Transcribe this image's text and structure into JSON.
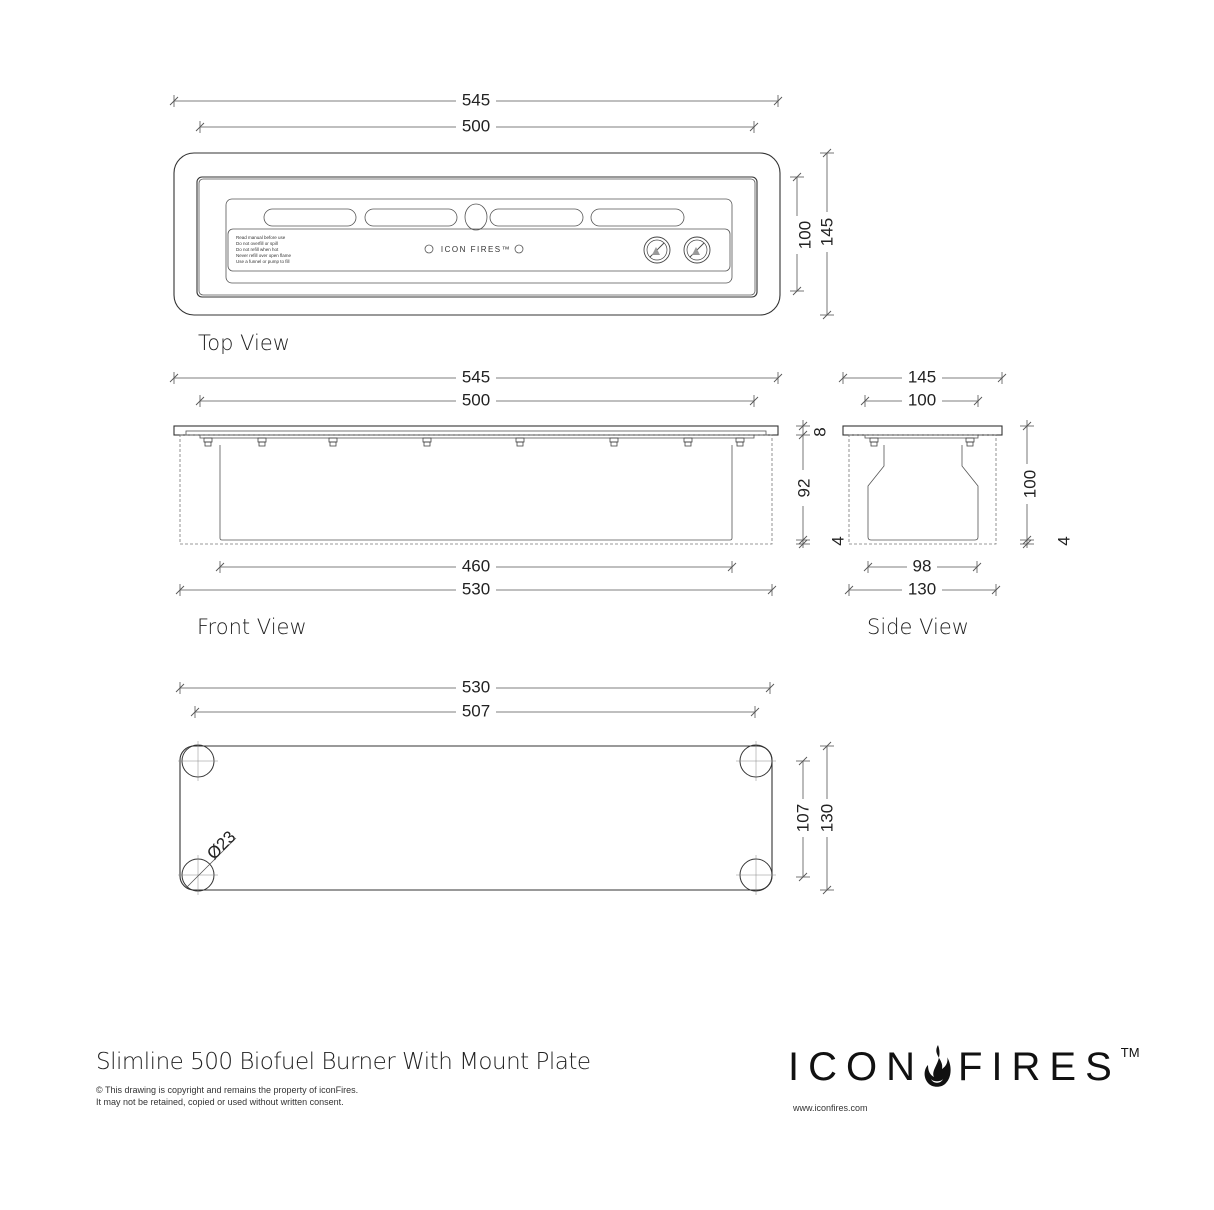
{
  "title": "Slimline 500 Biofuel Burner With Mount Plate",
  "copyright": [
    "© This drawing is copyright and remains the property of  iconFires.",
    "It may not be retained, copied or used without written consent."
  ],
  "brand": {
    "left": "ICON",
    "right": "FIRES",
    "tm": "TM",
    "url": "www.iconfires.com"
  },
  "top_view": {
    "label": "Top View",
    "dims": {
      "overall_width": "545",
      "inner_width": "500",
      "inner_depth": "100",
      "overall_depth": "145"
    },
    "plate_logo": "ICON FIRES™",
    "warnings": [
      "Read manual before use",
      "Do not overfill or spill",
      "Do not refill when hot",
      "Never refill over open flame",
      "Use a funnel or pump to fill"
    ]
  },
  "front_view": {
    "label": "Front View",
    "dims": {
      "overall_width": "545",
      "inner_width": "500",
      "box_width": "460",
      "base_width": "530",
      "plate_thickness": "8",
      "box_height": "92",
      "base_gap": "4"
    }
  },
  "side_view": {
    "label": "Side View",
    "dims": {
      "overall_depth": "145",
      "inner_depth": "100",
      "box_depth": "98",
      "base_depth": "130",
      "height": "100",
      "base_gap": "4"
    }
  },
  "mount_plate": {
    "dims": {
      "width": "530",
      "hole_spacing_x": "507",
      "hole_spacing_y": "107",
      "depth": "130",
      "hole_diameter": "Ø23"
    }
  }
}
